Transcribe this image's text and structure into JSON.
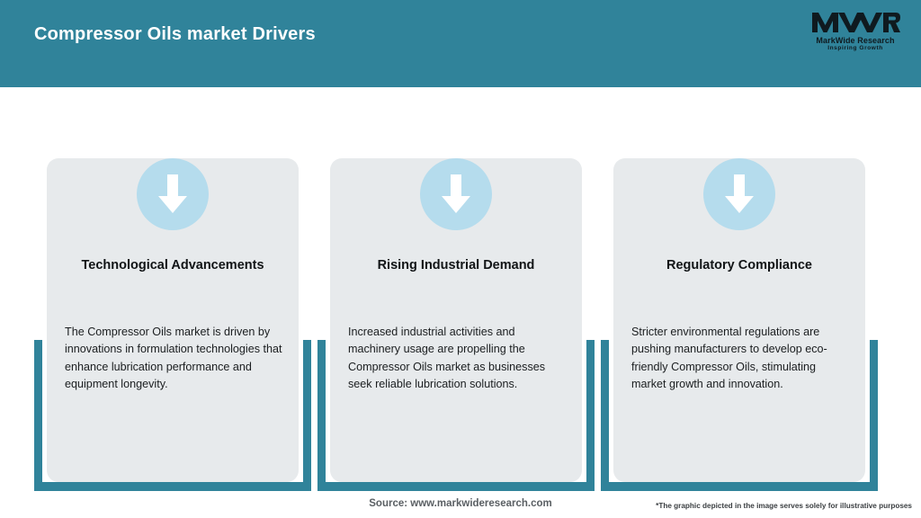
{
  "header": {
    "title": "Compressor Oils market Drivers",
    "background_color": "#30839a",
    "title_color": "#ffffff"
  },
  "logo": {
    "mark": "MWR",
    "name": "MarkWide Research",
    "tagline": "Inspiring Growth"
  },
  "theme": {
    "accent_teal": "#30839a",
    "card_background": "#e7eaec",
    "icon_circle": "#b5dced",
    "icon_arrow": "#ffffff"
  },
  "cards": [
    {
      "icon": "arrow-down-icon",
      "title": "Technological Advancements",
      "body": "The Compressor Oils market is driven by innovations in formulation technologies that enhance lubrication performance and equipment longevity."
    },
    {
      "icon": "arrow-down-icon",
      "title": "Rising Industrial Demand",
      "body": "Increased industrial activities and machinery usage are propelling the Compressor Oils market as businesses seek reliable lubrication solutions."
    },
    {
      "icon": "arrow-down-icon",
      "title": "Regulatory Compliance",
      "body": "Stricter environmental regulations are pushing manufacturers to develop eco-friendly Compressor Oils, stimulating market growth and innovation."
    }
  ],
  "footer": {
    "source": "Source: www.markwideresearch.com",
    "disclaimer": "*The graphic depicted in the image serves solely for illustrative purposes"
  }
}
